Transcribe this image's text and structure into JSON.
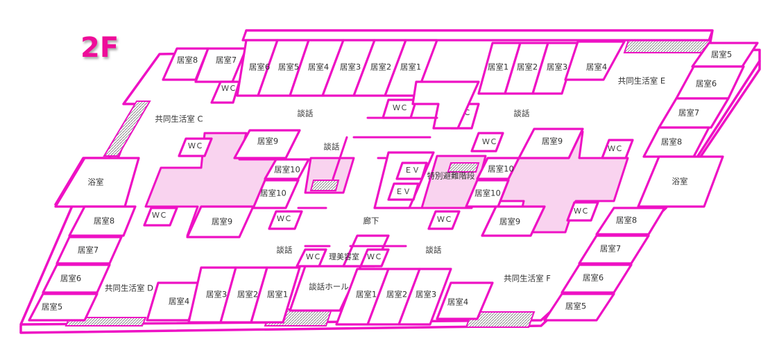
{
  "floor_label": "2F",
  "colors": {
    "wall": "#ee11c4",
    "unit_fill": "#f9d3ef",
    "title": "#ee1199",
    "text": "#333333"
  },
  "rooms": {
    "top_left_row": [
      "居室8",
      "居室7",
      "居室6",
      "居室5",
      "居室4",
      "居室3",
      "居室2",
      "居室1"
    ],
    "top_right_row": [
      "居室1",
      "居室2",
      "居室3",
      "居室4"
    ],
    "right_column": [
      "居室5",
      "居室6",
      "居室7",
      "居室8"
    ],
    "bottom_left_row": [
      "居室4",
      "居室3",
      "居室2",
      "居室1"
    ],
    "bottom_right_row": [
      "居室1",
      "居室2",
      "居室3",
      "居室4"
    ],
    "left_column": [
      "居室8",
      "居室7",
      "居室6",
      "居室5"
    ],
    "right_lower_column": [
      "居室8",
      "居室7",
      "居室6",
      "居室5"
    ],
    "unit_c": [
      "居室9",
      "居室10",
      "居室10",
      "居室9"
    ],
    "unit_e": [
      "居室9",
      "居室10",
      "居室10",
      "居室9"
    ]
  },
  "areas": {
    "common_c": "共同生活室 C",
    "common_d": "共同生活室 D",
    "common_e": "共同生活室 E",
    "common_f": "共同生活室 F",
    "bath_left": "浴室",
    "bath_right": "浴室",
    "talk_top_left": "談話",
    "talk_top_right": "談話",
    "talk_mid": "談話",
    "talk_bottom_left": "談話",
    "talk_bottom_right": "談話",
    "talk_hall": "談話ホール",
    "corridor": "廊下",
    "barber": "理美容室",
    "ev1": "ＥＶ",
    "ev2": "ＥＶ",
    "stairs": "特別避難階段"
  },
  "wc": [
    "ＷＣ",
    "ＷＣ",
    "ＷＣ",
    "ＷＣ",
    "ＷＣ",
    "ＷＣ",
    "ＷＣ",
    "ＷＣ",
    "ＷＣ",
    "ＷＣ",
    "ＷＣ"
  ]
}
